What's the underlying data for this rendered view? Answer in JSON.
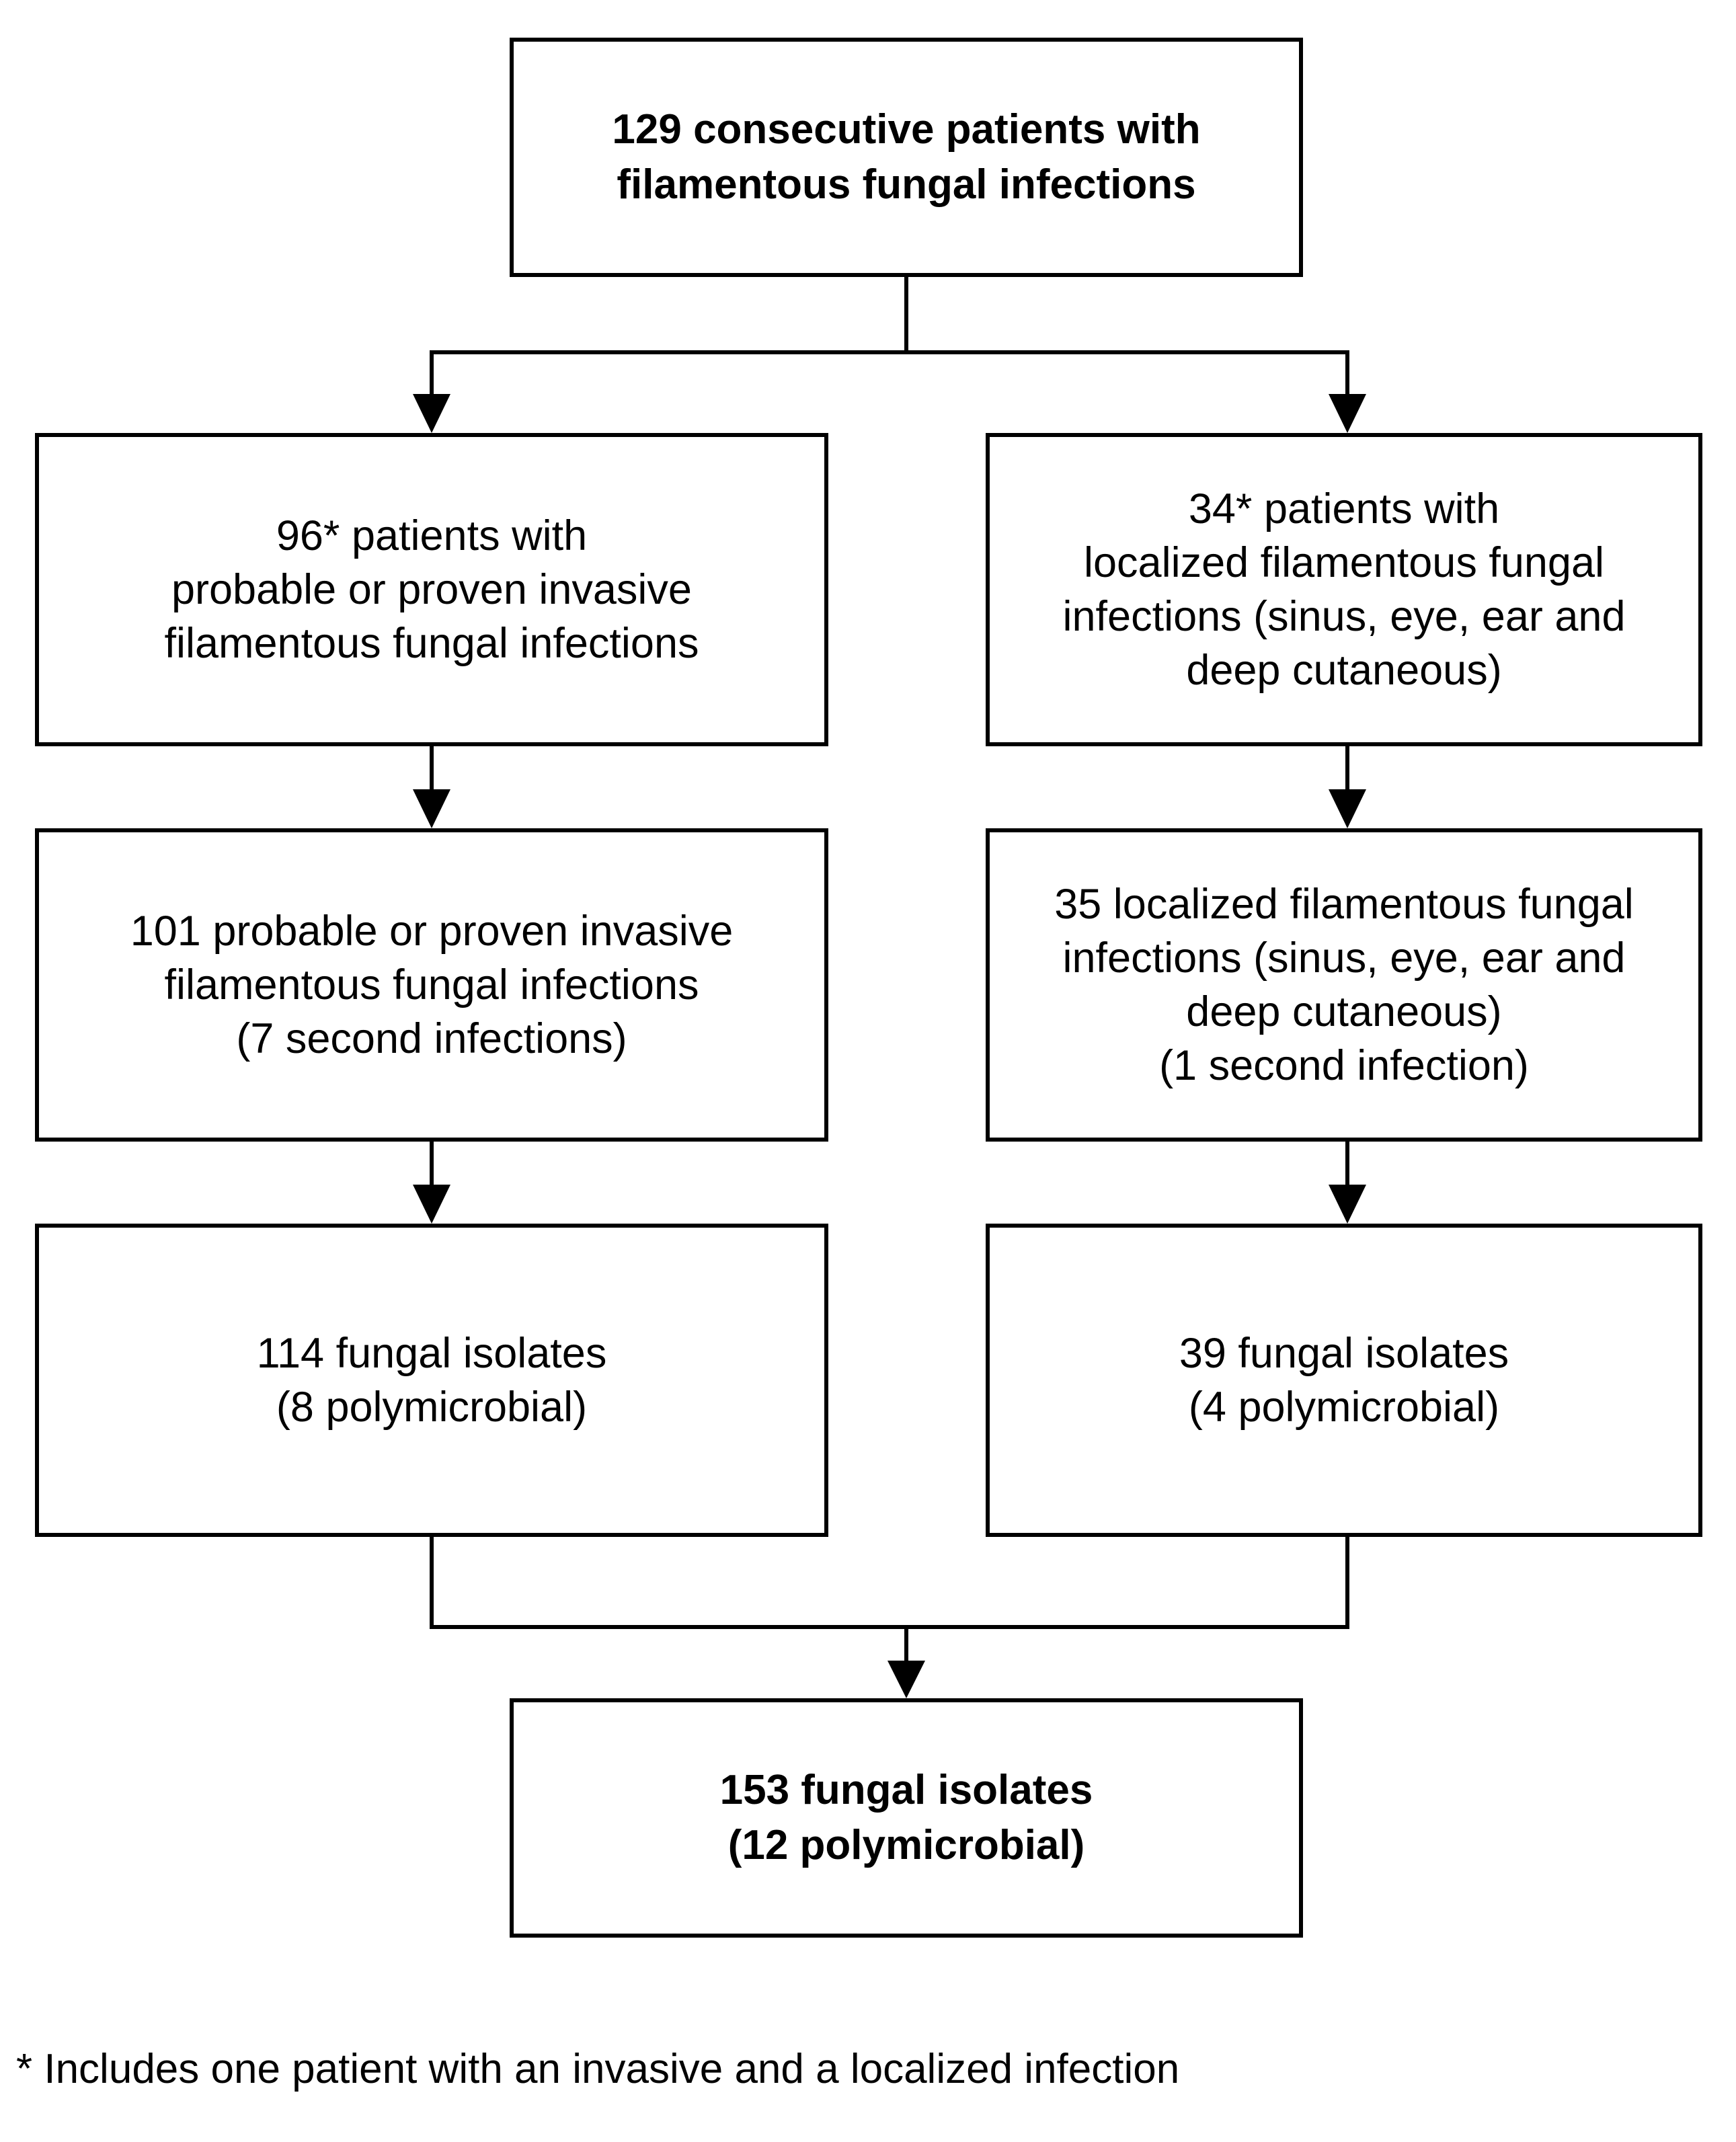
{
  "top_box": {
    "lines": [
      "129 consecutive patients with",
      "filamentous fungal infections"
    ]
  },
  "invasive": {
    "patients": {
      "lines": [
        "96* patients with",
        "probable or proven invasive",
        "filamentous fungal infections"
      ]
    },
    "infections": {
      "lines": [
        "101 probable or proven invasive",
        "filamentous fungal infections",
        "(7 second infections)"
      ]
    },
    "isolates": {
      "lines": [
        "114 fungal isolates",
        "(8 polymicrobial)"
      ]
    }
  },
  "localized": {
    "patients": {
      "lines": [
        "34* patients with",
        "localized filamentous fungal",
        "infections (sinus, eye, ear and",
        "deep cutaneous)"
      ]
    },
    "infections": {
      "lines": [
        "35 localized filamentous fungal",
        "infections (sinus, eye, ear and",
        "deep cutaneous)",
        "(1 second infection)"
      ]
    },
    "isolates": {
      "lines": [
        "39 fungal isolates",
        "(4 polymicrobial)"
      ]
    }
  },
  "bottom_box": {
    "lines": [
      "153 fungal isolates",
      "(12 polymicrobial)"
    ]
  },
  "footnote": "* Includes one patient with an invasive and a localized infection"
}
